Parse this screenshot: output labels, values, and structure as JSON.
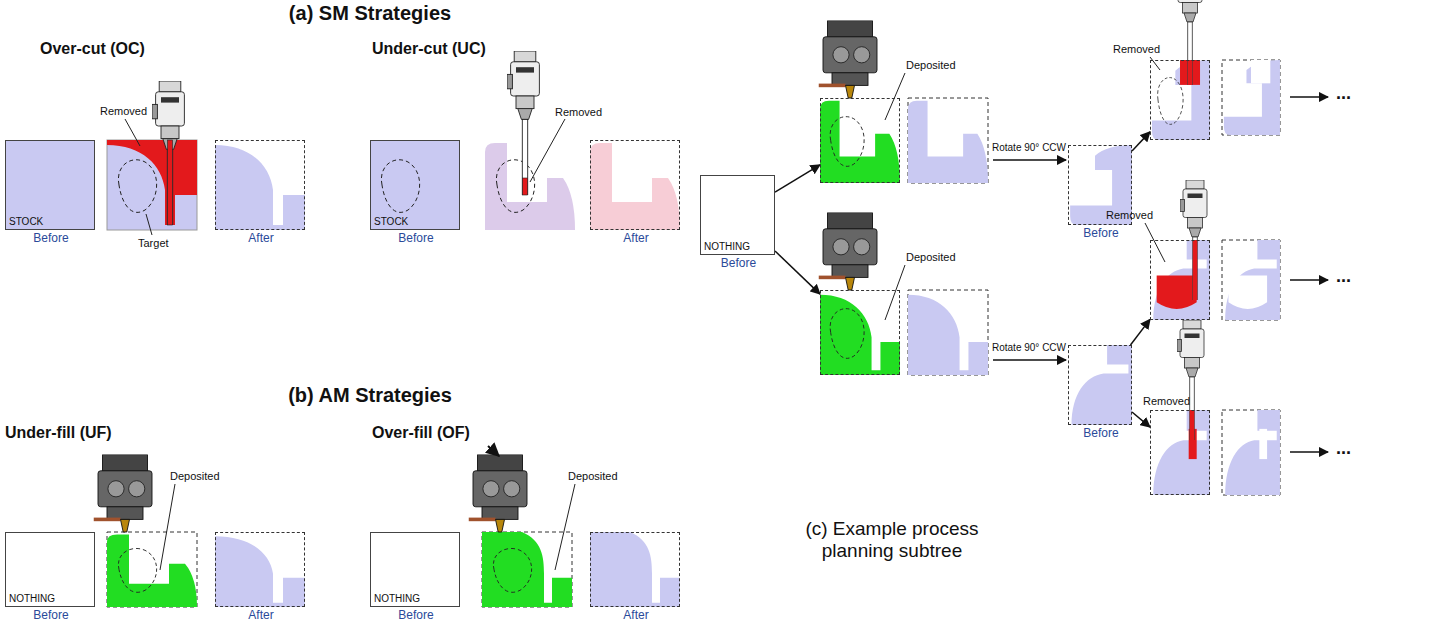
{
  "diagram": {
    "nodes": [
      {
        "text": [
          "STOCK",
          "Before"
        ]
      },
      {
        "text": [
          "After"
        ]
      },
      {
        "text": [
          "STOCK",
          "Before"
        ]
      },
      {
        "text": [
          "After"
        ]
      },
      {
        "text": [
          "NOTHING",
          "Before"
        ]
      },
      {
        "text": [
          "After"
        ]
      },
      {
        "text": [
          "NOTHING",
          "Before"
        ]
      },
      {
        "text": [
          "After"
        ]
      },
      {
        "text": [
          "NOTHING",
          "Before"
        ]
      },
      {
        "text": [
          "Deposited"
        ]
      },
      {
        "text": [
          "Deposited"
        ]
      },
      {
        "text": [
          "Before"
        ]
      },
      {
        "text": [
          "Removed"
        ]
      },
      {
        "text": [
          "Removed"
        ]
      },
      {
        "text": [
          "Before"
        ]
      },
      {
        "text": [
          "Removed"
        ]
      }
    ],
    "edges": [
      {
        "from": 8,
        "to": 9,
        "arrow": "to"
      },
      {
        "from": 8,
        "to": 10,
        "arrow": "to"
      },
      {
        "from": 11,
        "to": 12,
        "arrow": "to"
      },
      {
        "from": 14,
        "to": 13,
        "arrow": "to"
      },
      {
        "from": 14,
        "to": 15,
        "arrow": "to"
      }
    ],
    "labels": [
      "(a) SM Strategies",
      "Over-cut (OC)",
      "Removed",
      "Target",
      "Under-cut (UC)",
      "Removed",
      "(b) AM Strategies",
      "Under-fill (UF)",
      "Deposited",
      "Over-fill (OF)",
      "Deposited",
      "Rotate 90° CCW",
      "Rotate 90° CCW",
      "(c) Example process planning subtree",
      "...",
      "...",
      "..."
    ]
  }
}
